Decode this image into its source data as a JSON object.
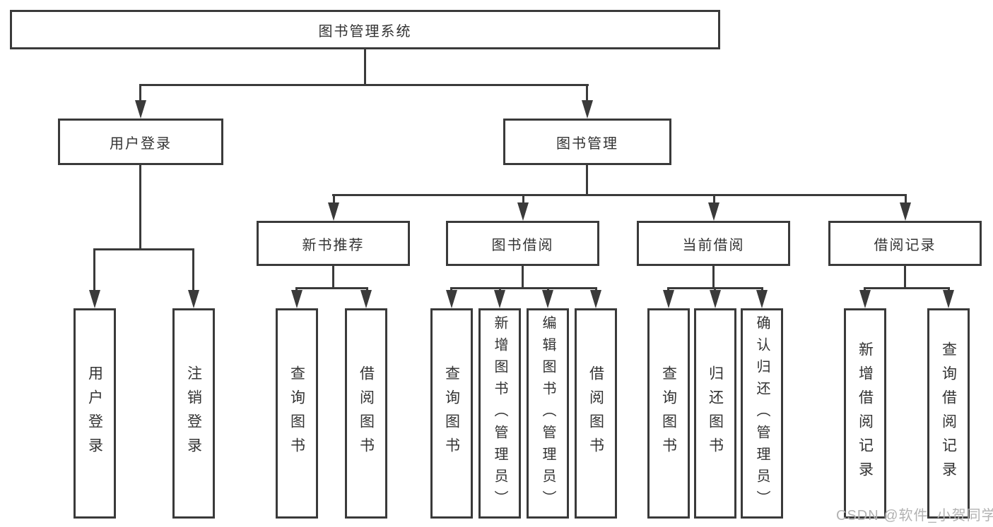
{
  "diagram": {
    "root": {
      "label": "图书管理系统"
    },
    "children": [
      {
        "label": "用户登录",
        "children": [
          {
            "label": "用户登录"
          },
          {
            "label": "注销登录"
          }
        ]
      },
      {
        "label": "图书管理",
        "children": [
          {
            "label": "新书推荐",
            "children": [
              {
                "label": "查询图书"
              },
              {
                "label": "借阅图书"
              }
            ]
          },
          {
            "label": "图书借阅",
            "children": [
              {
                "label": "查询图书"
              },
              {
                "label": "新增图书（管理员）"
              },
              {
                "label": "编辑图书（管理员）"
              },
              {
                "label": "借阅图书"
              }
            ]
          },
          {
            "label": "当前借阅",
            "children": [
              {
                "label": "查询图书"
              },
              {
                "label": "归还图书"
              },
              {
                "label": "确认归还（管理员）"
              }
            ]
          },
          {
            "label": "借阅记录",
            "children": [
              {
                "label": "新增借阅记录"
              },
              {
                "label": "查询借阅记录"
              }
            ]
          }
        ]
      }
    ]
  },
  "watermark": {
    "text": "CSDN @软件_小贺同学"
  },
  "colors": {
    "line": "#3a3a3a",
    "box_border": "#3a3a3a",
    "text": "#333333",
    "watermark": "#b2b2b2",
    "background": "#ffffff"
  }
}
